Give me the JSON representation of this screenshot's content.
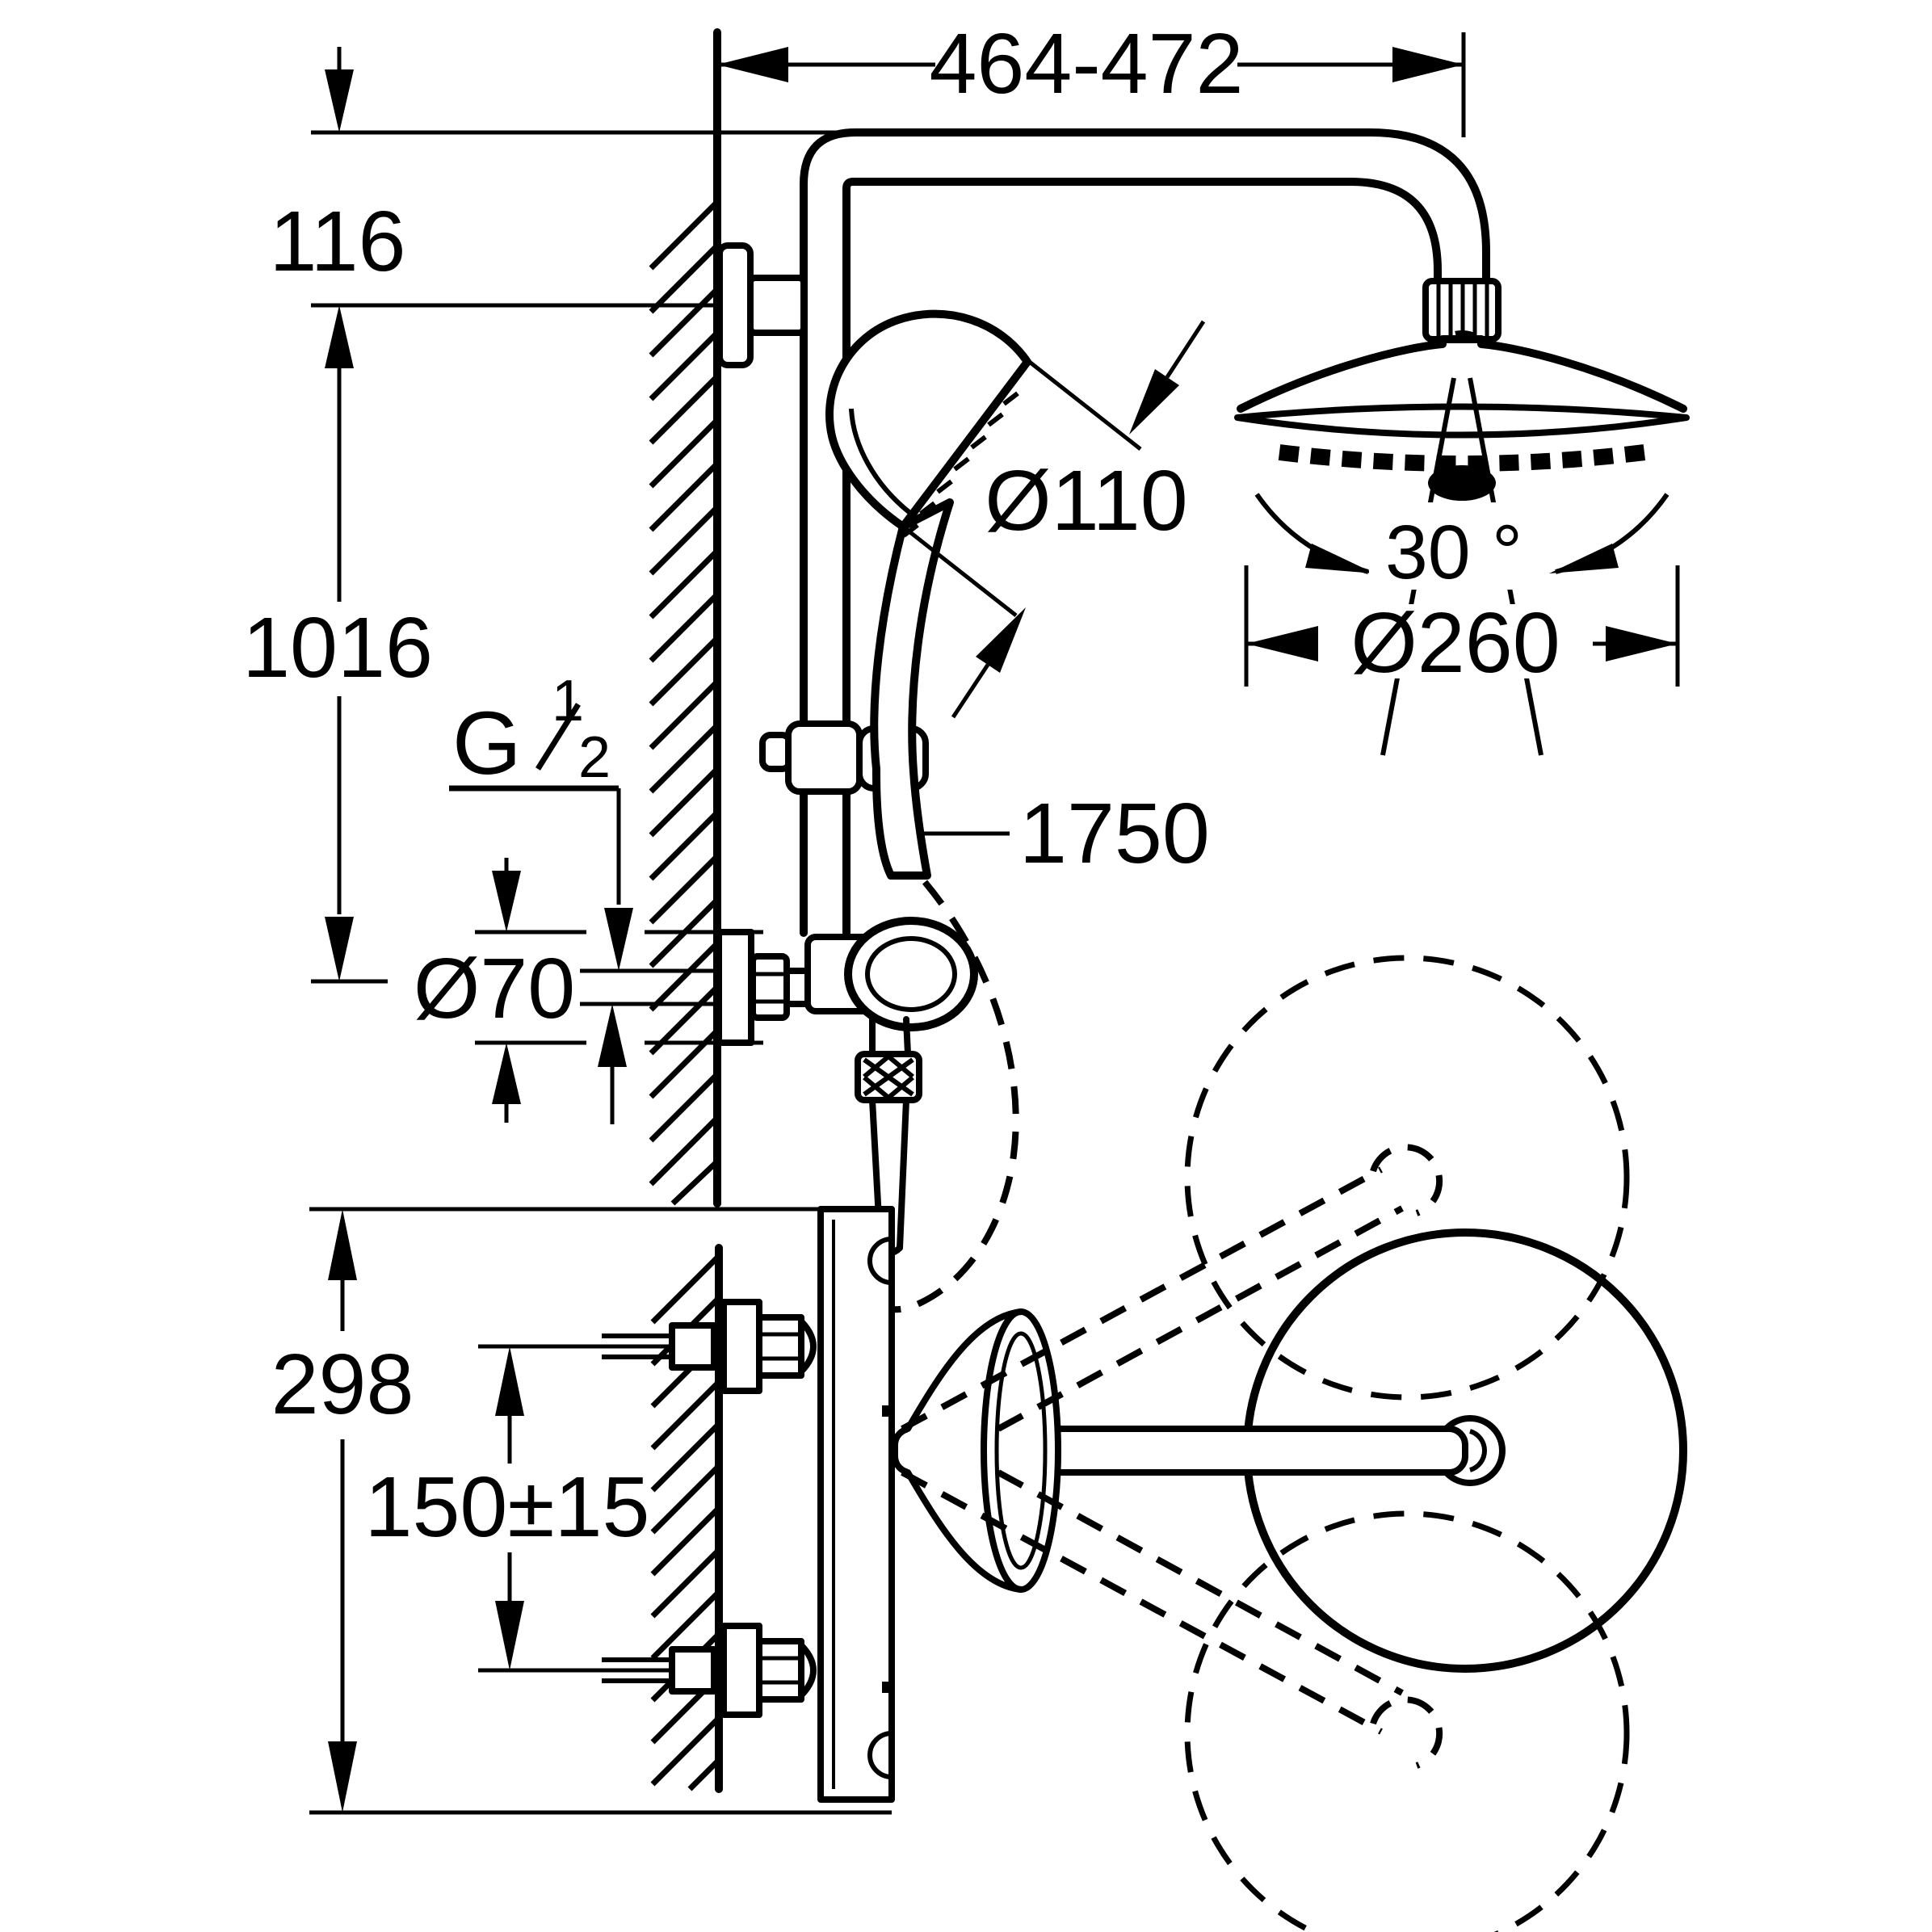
{
  "drawing": {
    "kind": "technical dimension drawing",
    "subject": "wall-mounted thermostatic shower system with head shower and hand shower",
    "colors": {
      "line": "#000000",
      "background": "#ffffff"
    }
  },
  "labels": {
    "width_range": "464-472",
    "bracket_height": "116",
    "rail_length": "1016",
    "thread_g": "G",
    "thread_num": "1",
    "thread_den": "2",
    "flange_dia": "Ø70",
    "hand_dia": "Ø110",
    "hose_len": "1750",
    "spray_angle": "30 °",
    "head_dia": "Ø260",
    "plate_height": "298",
    "inlet_span": "150±15"
  }
}
